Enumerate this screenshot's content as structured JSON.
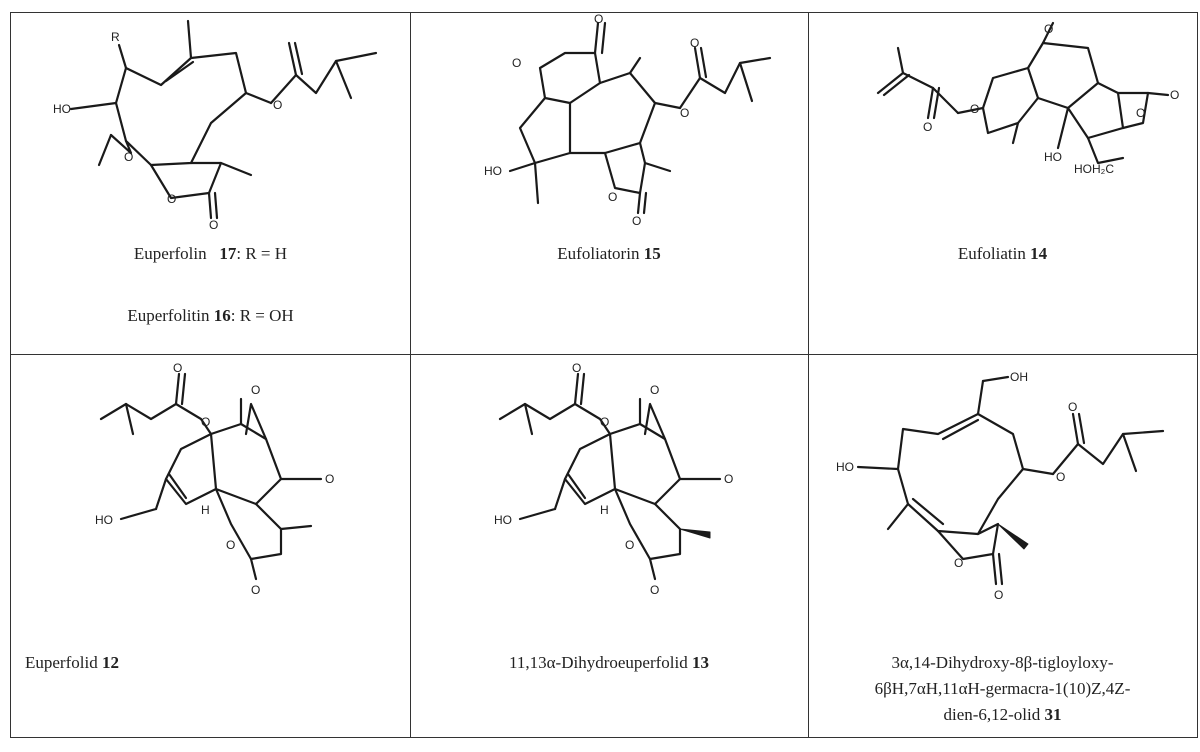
{
  "cells": [
    {
      "name": "euperfolin",
      "captions": [
        {
          "name": "Euperfolin",
          "num": "17",
          "suffix": ": R = H"
        },
        {
          "name": "Euperfolitin",
          "num": "16",
          "suffix": ": R = OH"
        }
      ],
      "atom_labels": [
        "R",
        "HO",
        "O",
        "O",
        "O",
        "O"
      ]
    },
    {
      "name": "eufoliatorin",
      "captions": [
        {
          "name": "Eufoliatorin",
          "num": "15",
          "suffix": ""
        }
      ],
      "atom_labels": [
        "O",
        "O",
        "O",
        "O",
        "HO",
        "O",
        "O"
      ]
    },
    {
      "name": "eufoliatin",
      "captions": [
        {
          "name": "Eufoliatin",
          "num": "14",
          "suffix": ""
        }
      ],
      "atom_labels": [
        "O",
        "O",
        "O",
        "O",
        "O",
        "HO",
        "HOH₂C"
      ]
    },
    {
      "name": "euperfolid",
      "captions": [
        {
          "name": "Euperfolid",
          "num": "12",
          "suffix": ""
        }
      ],
      "atom_labels": [
        "O",
        "O",
        "O",
        "O",
        "H",
        "HO",
        "O",
        "O"
      ]
    },
    {
      "name": "dihydroeuperfolid",
      "captions": [
        {
          "name": "11,13α-Dihydroeuperfolid",
          "num": "13",
          "suffix": ""
        }
      ],
      "atom_labels": [
        "O",
        "O",
        "O",
        "O",
        "H",
        "HO",
        "O",
        "O"
      ]
    },
    {
      "name": "germacra-olid",
      "captions": [
        {
          "name": "3α,14-Dihydroxy-8β-tigloyloxy-",
          "num": "",
          "suffix": ""
        },
        {
          "name": "6βH,7αH,11αH-germacra-1(10)Z,4Z-",
          "num": "",
          "suffix": ""
        },
        {
          "name": "dien-6,12-olid",
          "num": "31",
          "suffix": ""
        }
      ],
      "atom_labels": [
        "OH",
        "HO",
        "O",
        "O",
        "O",
        "O"
      ]
    }
  ]
}
